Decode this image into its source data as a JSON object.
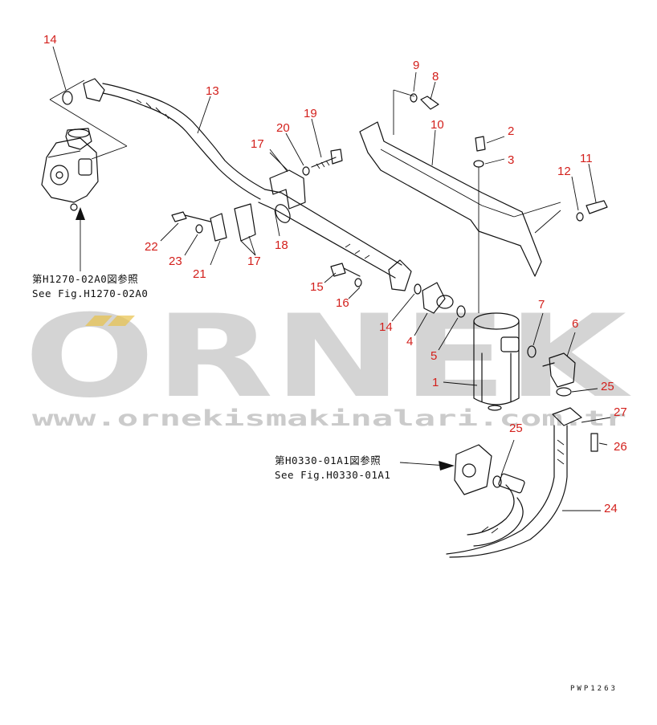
{
  "watermark": {
    "brand": "ORNEK",
    "url": "www.ornekismakinalari.com.tr"
  },
  "notes": {
    "fig1_jp": "第H1270-02A0図参照",
    "fig1_en": "See Fig.H1270-02A0",
    "fig2_jp": "第H0330-01A1図参照",
    "fig2_en": "See Fig.H0330-01A1"
  },
  "drawing_code": "PWP1263",
  "callouts": [
    {
      "id": "c14a",
      "label": "14"
    },
    {
      "id": "c13",
      "label": "13"
    },
    {
      "id": "c9",
      "label": "9"
    },
    {
      "id": "c8",
      "label": "8"
    },
    {
      "id": "c10",
      "label": "10"
    },
    {
      "id": "c19",
      "label": "19"
    },
    {
      "id": "c20",
      "label": "20"
    },
    {
      "id": "c17a",
      "label": "17"
    },
    {
      "id": "c2",
      "label": "2"
    },
    {
      "id": "c3",
      "label": "3"
    },
    {
      "id": "c11",
      "label": "11"
    },
    {
      "id": "c12",
      "label": "12"
    },
    {
      "id": "c22",
      "label": "22"
    },
    {
      "id": "c18",
      "label": "18"
    },
    {
      "id": "c23",
      "label": "23"
    },
    {
      "id": "c17b",
      "label": "17"
    },
    {
      "id": "c21",
      "label": "21"
    },
    {
      "id": "c15",
      "label": "15"
    },
    {
      "id": "c16",
      "label": "16"
    },
    {
      "id": "c7",
      "label": "7"
    },
    {
      "id": "c14b",
      "label": "14"
    },
    {
      "id": "c6",
      "label": "6"
    },
    {
      "id": "c4",
      "label": "4"
    },
    {
      "id": "c5",
      "label": "5"
    },
    {
      "id": "c1",
      "label": "1"
    },
    {
      "id": "c25a",
      "label": "25"
    },
    {
      "id": "c27",
      "label": "27"
    },
    {
      "id": "c25b",
      "label": "25"
    },
    {
      "id": "c26",
      "label": "26"
    },
    {
      "id": "c24",
      "label": "24"
    }
  ]
}
